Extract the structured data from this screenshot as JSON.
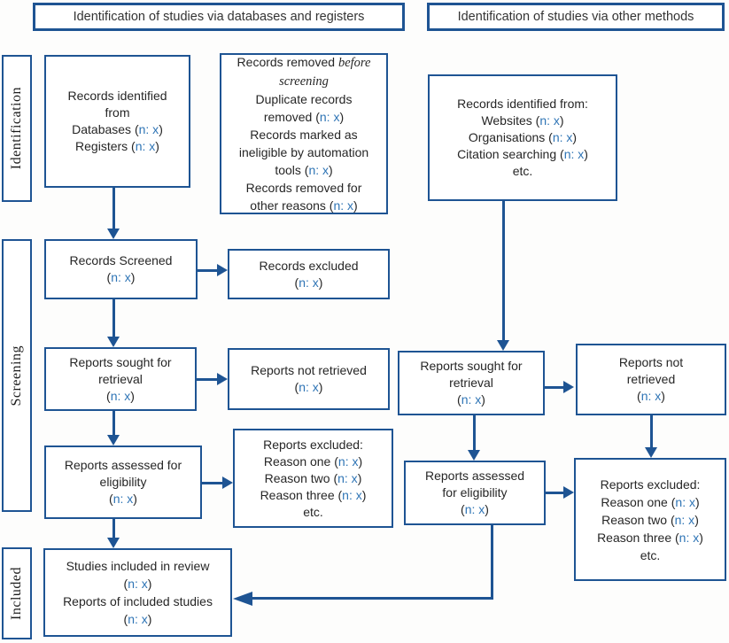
{
  "colors": {
    "border": "#1e5493",
    "text": "#262626",
    "accent": "#2e74b5",
    "bg": "#fdfdfc"
  },
  "headers": {
    "left": "Identification of studies via databases and registers",
    "right": "Identification of studies via other methods"
  },
  "stages": {
    "identification": "Identification",
    "screening": "Screening",
    "included": "Included"
  },
  "boxes": {
    "records_identified_db": [
      [
        {
          "t": "Records identified"
        }
      ],
      [
        {
          "t": "from"
        }
      ],
      [
        {
          "t": "Databases ("
        },
        {
          "t": "n: x",
          "s": "b"
        },
        {
          "t": ")"
        }
      ],
      [
        {
          "t": "Registers ("
        },
        {
          "t": "n: x",
          "s": "b"
        },
        {
          "t": ")"
        }
      ]
    ],
    "records_removed": [
      [
        {
          "t": "Records removed "
        },
        {
          "t": "before",
          "s": "i"
        }
      ],
      [
        {
          "t": "screening",
          "s": "i"
        }
      ],
      [
        {
          "t": "Duplicate records"
        }
      ],
      [
        {
          "t": "removed ("
        },
        {
          "t": "n: x",
          "s": "b"
        },
        {
          "t": ")"
        }
      ],
      [
        {
          "t": "Records marked as"
        }
      ],
      [
        {
          "t": "ineligible by automation"
        }
      ],
      [
        {
          "t": "tools ("
        },
        {
          "t": "n: x",
          "s": "b"
        },
        {
          "t": ")"
        }
      ],
      [
        {
          "t": "Records removed for"
        }
      ],
      [
        {
          "t": "other reasons ("
        },
        {
          "t": "n: x",
          "s": "b"
        },
        {
          "t": ")"
        }
      ]
    ],
    "records_identified_other": [
      [
        {
          "t": "Records identified from:"
        }
      ],
      [
        {
          "t": "Websites ("
        },
        {
          "t": "n: x",
          "s": "b"
        },
        {
          "t": ")"
        }
      ],
      [
        {
          "t": "Organisations ("
        },
        {
          "t": "n: x",
          "s": "b"
        },
        {
          "t": ")"
        }
      ],
      [
        {
          "t": "Citation searching ("
        },
        {
          "t": "n: x",
          "s": "b"
        },
        {
          "t": ")"
        }
      ],
      [
        {
          "t": "etc."
        }
      ]
    ],
    "records_screened": [
      [
        {
          "t": "Records Screened"
        }
      ],
      [
        {
          "t": "("
        },
        {
          "t": "n: x",
          "s": "b"
        },
        {
          "t": ")"
        }
      ]
    ],
    "records_excluded": [
      [
        {
          "t": "Records excluded"
        }
      ],
      [
        {
          "t": "("
        },
        {
          "t": "n: x",
          "s": "b"
        },
        {
          "t": ")"
        }
      ]
    ],
    "reports_sought_db": [
      [
        {
          "t": "Reports sought for"
        }
      ],
      [
        {
          "t": "retrieval"
        }
      ],
      [
        {
          "t": "("
        },
        {
          "t": "n: x",
          "s": "b"
        },
        {
          "t": ")"
        }
      ]
    ],
    "reports_not_retrieved_db": [
      [
        {
          "t": "Reports not retrieved"
        }
      ],
      [
        {
          "t": "("
        },
        {
          "t": "n: x",
          "s": "b"
        },
        {
          "t": ")"
        }
      ]
    ],
    "reports_sought_other": [
      [
        {
          "t": "Reports sought for"
        }
      ],
      [
        {
          "t": "retrieval"
        }
      ],
      [
        {
          "t": "("
        },
        {
          "t": "n: x",
          "s": "b"
        },
        {
          "t": ")"
        }
      ]
    ],
    "reports_not_retrieved_other": [
      [
        {
          "t": "Reports not"
        }
      ],
      [
        {
          "t": "retrieved"
        }
      ],
      [
        {
          "t": "("
        },
        {
          "t": "n: x",
          "s": "b"
        },
        {
          "t": ")"
        }
      ]
    ],
    "reports_assessed_db": [
      [
        {
          "t": "Reports assessed for"
        }
      ],
      [
        {
          "t": "eligibility"
        }
      ],
      [
        {
          "t": "("
        },
        {
          "t": "n: x",
          "s": "b"
        },
        {
          "t": ")"
        }
      ]
    ],
    "reports_excluded_db": [
      [
        {
          "t": "Reports excluded:"
        }
      ],
      [
        {
          "t": "Reason one ("
        },
        {
          "t": "n: x",
          "s": "b"
        },
        {
          "t": ")"
        }
      ],
      [
        {
          "t": "Reason two ("
        },
        {
          "t": "n: x",
          "s": "b"
        },
        {
          "t": ")"
        }
      ],
      [
        {
          "t": "Reason three ("
        },
        {
          "t": "n: x",
          "s": "b"
        },
        {
          "t": ")"
        }
      ],
      [
        {
          "t": "etc."
        }
      ]
    ],
    "reports_assessed_other": [
      [
        {
          "t": "Reports assessed"
        }
      ],
      [
        {
          "t": "for eligibility"
        }
      ],
      [
        {
          "t": "("
        },
        {
          "t": "n: x",
          "s": "b"
        },
        {
          "t": ")"
        }
      ]
    ],
    "reports_excluded_other": [
      [
        {
          "t": "Reports excluded:"
        }
      ],
      [
        {
          "t": "Reason one ("
        },
        {
          "t": "n: x",
          "s": "b"
        },
        {
          "t": ")"
        }
      ],
      [
        {
          "t": "Reason two ("
        },
        {
          "t": "n: x",
          "s": "b"
        },
        {
          "t": ")"
        }
      ],
      [
        {
          "t": "Reason three ("
        },
        {
          "t": "n: x",
          "s": "b"
        },
        {
          "t": ")"
        }
      ],
      [
        {
          "t": "etc."
        }
      ]
    ],
    "studies_included": [
      [
        {
          "t": "Studies included in review"
        }
      ],
      [
        {
          "t": "("
        },
        {
          "t": "n: x",
          "s": "b"
        },
        {
          "t": ")"
        }
      ],
      [
        {
          "t": "Reports of included studies"
        }
      ],
      [
        {
          "t": "("
        },
        {
          "t": "n: x",
          "s": "b"
        },
        {
          "t": ")"
        }
      ]
    ]
  }
}
